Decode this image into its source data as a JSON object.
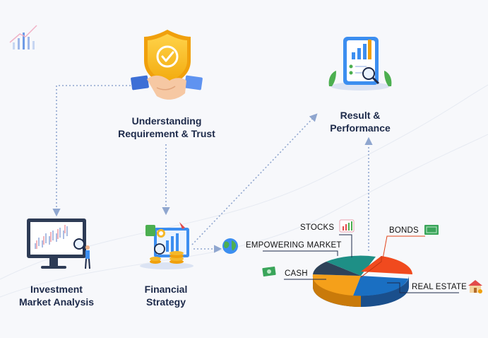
{
  "nodes": {
    "trust": {
      "line1": "Understanding",
      "line2": "Requirement & Trust"
    },
    "result": {
      "line1": "Result &",
      "line2": "Performance"
    },
    "investment": {
      "line1": "Investment",
      "line2": "Market Analysis"
    },
    "financial": {
      "line1": "Financial",
      "line2": "Strategy"
    }
  },
  "pie": {
    "labels": {
      "stocks": "STOCKS",
      "empowering": "EMPOWERING MARKET",
      "cash": "CASH",
      "bonds": "BONDS",
      "real_estate": "REAL ESTATE"
    },
    "colors": {
      "stocks": "#1e8f86",
      "bonds": "#f04a1e",
      "real_estate": "#1a6fc2",
      "cash": "#f5a01a",
      "empowering": "#2e4259"
    }
  },
  "colors": {
    "accent_blue": "#3c8ef0",
    "dashed": "#8fa6cf",
    "text_dark": "#1d2a4a"
  },
  "icons": [
    "bar-chart-deco-icon",
    "shield-check-icon",
    "handshake-icon",
    "report-magnifier-icon",
    "monitor-chart-icon",
    "strategy-illustration-icon",
    "globe-icon",
    "stocks-chart-icon",
    "cash-icon",
    "bonds-icon",
    "house-icon"
  ]
}
